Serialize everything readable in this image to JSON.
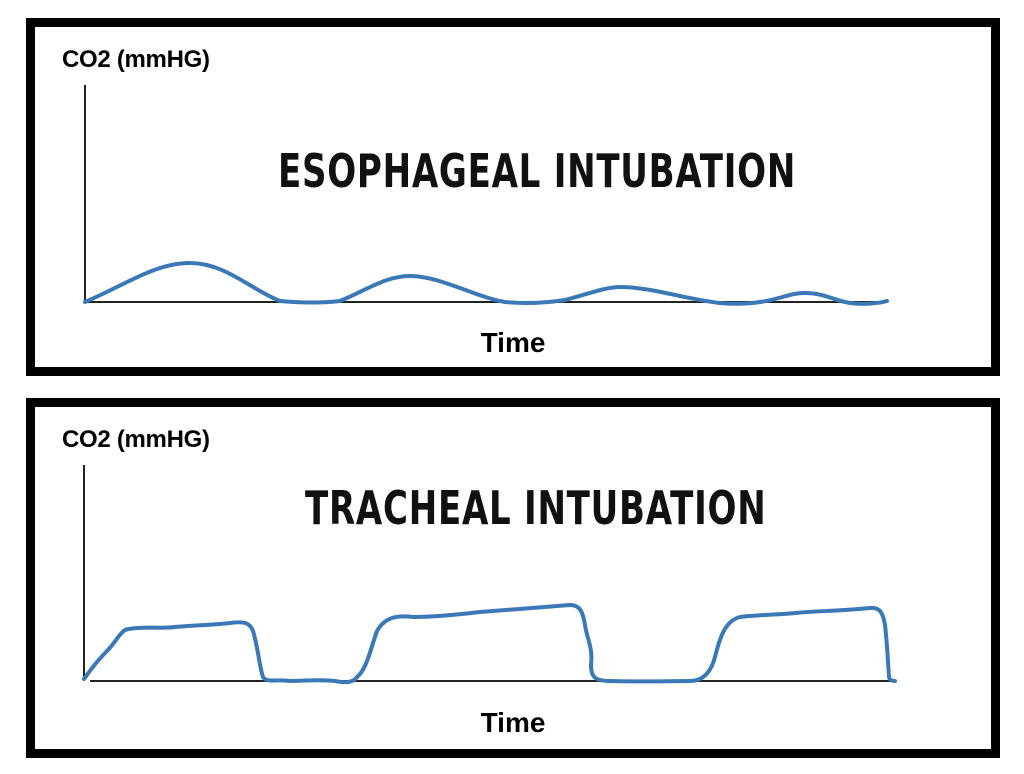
{
  "panels": [
    {
      "id": "esophageal",
      "title": "ESOPHAGEAL INTUBATION",
      "ylabel": "CO2 (mmHG)",
      "xlabel": "Time"
    },
    {
      "id": "tracheal",
      "title": "TRACHEAL INTUBATION",
      "ylabel": "CO2 (mmHG)",
      "xlabel": "Time"
    }
  ],
  "colors": {
    "waveform": "#3a78b8",
    "axes": "#222222",
    "border": "#000000"
  },
  "chart_data": [
    {
      "type": "line",
      "title": "ESOPHAGEAL INTUBATION",
      "xlabel": "Time",
      "ylabel": "CO2 (mmHG)",
      "grid": false,
      "legend": "none",
      "description": "Low, decaying sinusoidal CO2 waveform returning to baseline; peaks diminish over time",
      "series": [
        {
          "name": "CO2",
          "peaks_relative_height": [
            1.0,
            0.63,
            0.4,
            0.2
          ]
        }
      ]
    },
    {
      "type": "line",
      "title": "TRACHEAL INTUBATION",
      "xlabel": "Time",
      "ylabel": "CO2 (mmHG)",
      "grid": false,
      "legend": "none",
      "description": "Sustained square-wave capnography: rapid upstroke, slowly rising plateau, rapid fall to baseline; 3 consistent breaths",
      "series": [
        {
          "name": "CO2",
          "breaths": 3,
          "plateau_relative_height": [
            0.87,
            1.0,
            1.0
          ]
        }
      ]
    }
  ]
}
